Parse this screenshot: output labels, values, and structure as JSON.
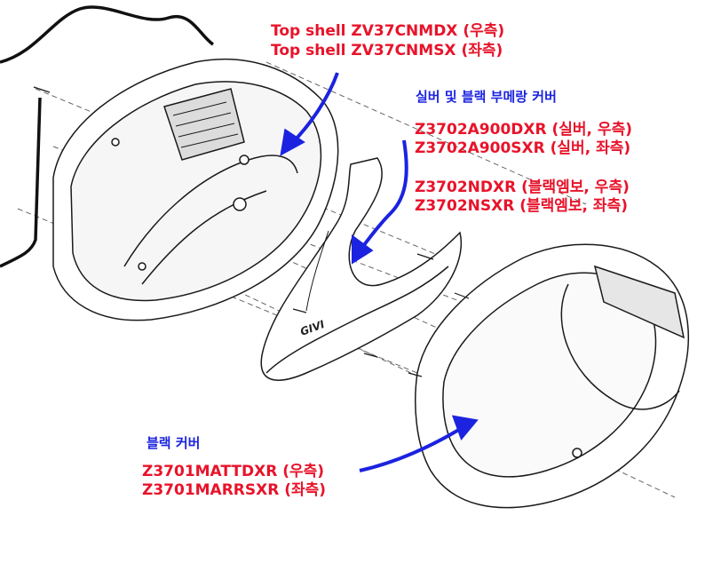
{
  "colors": {
    "red": "#e8132a",
    "blue": "#1b23e0",
    "line": "#1a1a1a",
    "dash": "#666666",
    "shade": "#dcdcdc"
  },
  "icons": [
    "callout-arrow-icon"
  ],
  "labels": {
    "top_shell": {
      "line1": "Top shell ZV37CNMDX (우측)",
      "line2": "Top shell ZV37CNMSX (좌측)"
    },
    "silver_black_cover": {
      "title": "실버 및 블랙 부메랑 커버",
      "silver_right": "Z3702A900DXR (실버, 우측)",
      "silver_left": "Z3702A900SXR (실버, 좌측)",
      "black_right": "Z3702NDXR (블랙엠보, 우측)",
      "black_left": "Z3702NSXR (블랙엠보, 좌측)"
    },
    "black_cover": {
      "title": "블랙 커버",
      "right": "Z3701MATTDXR (우측)",
      "left": "Z3701MARRSXR (좌측)"
    }
  },
  "diagram_text": {
    "logo": "GIVI"
  }
}
